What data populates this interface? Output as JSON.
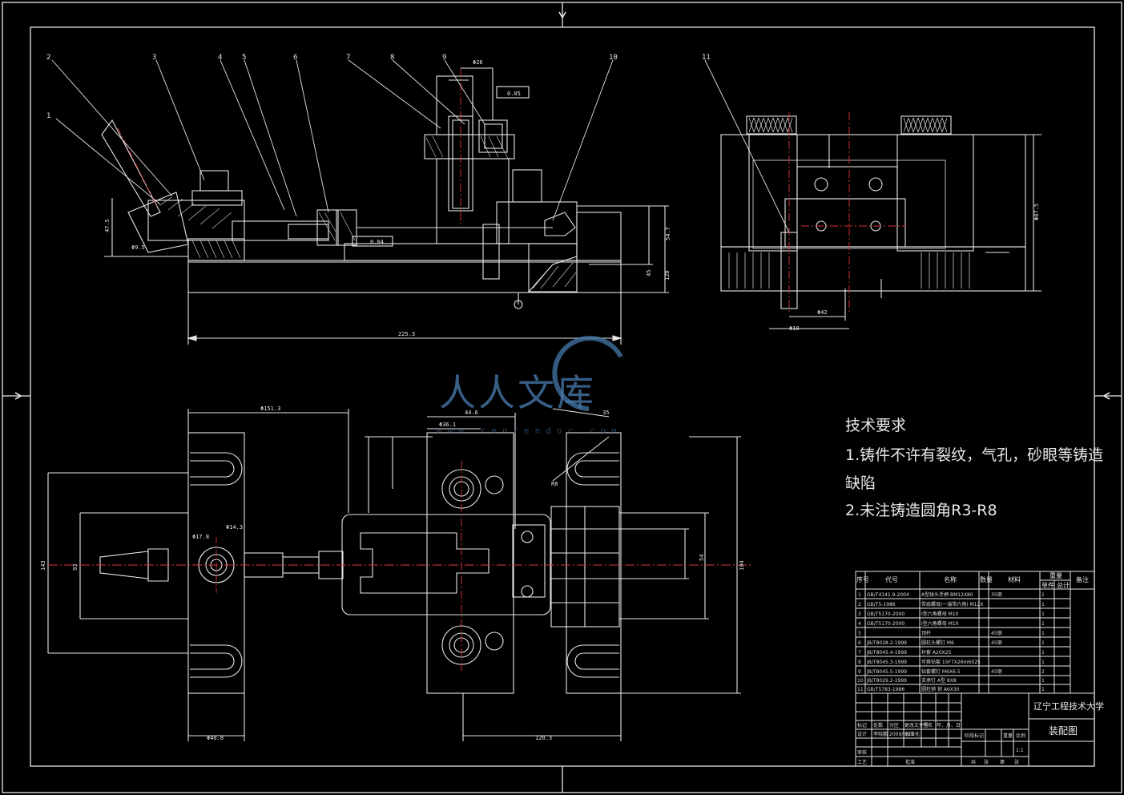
{
  "callouts": [
    "1",
    "2",
    "3",
    "4",
    "5",
    "6",
    "7",
    "8",
    "9",
    "10",
    "11"
  ],
  "tech_requirements": {
    "heading": "技术要求",
    "line1": "1.铸件不许有裂纹，气孔，砂眼等铸造",
    "line2": "缺陷",
    "line3": "2.未注铸造圆角R3-R8"
  },
  "watermark": {
    "text": "人人文库",
    "url": "www.renrendoc.com"
  },
  "dims": {
    "front_len": "225.3",
    "left_h": "47.5",
    "right_h1": "54.7",
    "right_h2": "45",
    "right_h3": "120",
    "dia1": "Φ9.5",
    "top_w": "Φ26",
    "side_h": "Φ87.5",
    "side_w": "Φ42",
    "side_small": "Φ10",
    "plan_w1": "Φ151.3",
    "plan_h1": "143",
    "plan_h2": "93",
    "plan_w2": "Φ40.8",
    "plan_w3": "120.3",
    "plan_w4": "44.6",
    "plan_d1": "Φ17.8",
    "plan_d2": "Φ14.3",
    "plan_r": "R8",
    "plan_c": "Φ36.1",
    "plan_s": "35",
    "plan_v1": "194",
    "plan_v2": "54",
    "tol1": "0.05",
    "tol2": "0.04"
  },
  "parts_table": {
    "headers": [
      "序号",
      "代号",
      "名称",
      "数量",
      "材料",
      "单件",
      "总计",
      "重量",
      "备注"
    ],
    "rows": [
      [
        "1",
        "GB/T4141.9-2004",
        "A型球头手柄 BM12X80",
        "1",
        "35钢"
      ],
      [
        "2",
        "GB/T5-1986",
        "带肩螺母(一端带六角) M12X",
        "1",
        ""
      ],
      [
        "3",
        "GB/T5170-2000",
        "I型六角螺母 M10",
        "1",
        ""
      ],
      [
        "4",
        "GB/T5170-2000",
        "I型六角螺母 M10",
        "1",
        ""
      ],
      [
        "5",
        "",
        "顶杆",
        "1",
        "45钢"
      ],
      [
        "6",
        "JB/T8028.2-1999",
        "圆柱头螺钉 M6",
        "1",
        "45钢"
      ],
      [
        "7",
        "JB/T8045.4-1999",
        "衬套 A20X25",
        "1",
        ""
      ],
      [
        "8",
        "JB/T8045.3-1999",
        "可换钻套 15F7X26m6X25",
        "1",
        ""
      ],
      [
        "9",
        "JB/T8045.5-1999",
        "钻套螺钉 M6X6.5",
        "2",
        "45钢"
      ],
      [
        "10",
        "JB/T8029.2-1999",
        "支承钉 A型 8X8",
        "1",
        ""
      ],
      [
        "11",
        "GB/T5783-1986",
        "圆柱销 销 A6X30",
        "1",
        ""
      ]
    ]
  },
  "title_block": {
    "school": "辽宁工程技术大学",
    "drawing_name": "装配图",
    "scale": "1:1",
    "row_labels": [
      "标记",
      "处数",
      "分区",
      "更改文件号",
      "签名",
      "年、月、日"
    ],
    "design_labels": [
      "设计",
      "标准化",
      "审核",
      "工艺",
      "批准"
    ],
    "design_values": [
      "李晓鹏",
      "2009/6/25"
    ],
    "stage_labels": [
      "阶段标记",
      "重量",
      "比例"
    ],
    "sheet_labels": [
      "共",
      "张",
      "第",
      "张"
    ]
  }
}
